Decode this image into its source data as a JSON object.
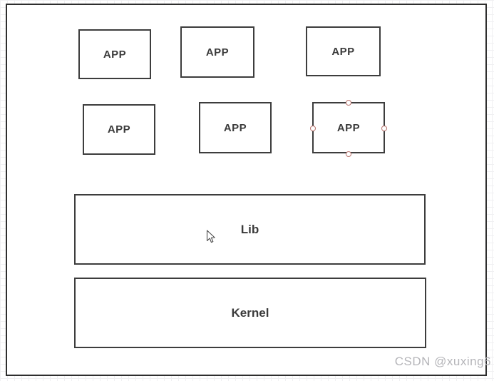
{
  "diagram": {
    "frame": {
      "type": "rectangle"
    },
    "app_boxes": [
      {
        "label": "APP",
        "selected": false
      },
      {
        "label": "APP",
        "selected": false
      },
      {
        "label": "APP",
        "selected": false
      },
      {
        "label": "APP",
        "selected": false
      },
      {
        "label": "APP",
        "selected": false
      },
      {
        "label": "APP",
        "selected": true
      }
    ],
    "lib_box": {
      "label": "Lib"
    },
    "kernel_box": {
      "label": "Kernel"
    }
  },
  "watermark": {
    "text": "CSDN @xuxing6"
  },
  "colors": {
    "background": "#ffffff",
    "grid_line": "#f0f0f2",
    "frame_border": "#2e2e2e",
    "shape_border": "#3d3d3d",
    "shape_text": "#3b3b3b",
    "selection_handle": "#b9736d",
    "watermark": "#b5b5b9"
  }
}
